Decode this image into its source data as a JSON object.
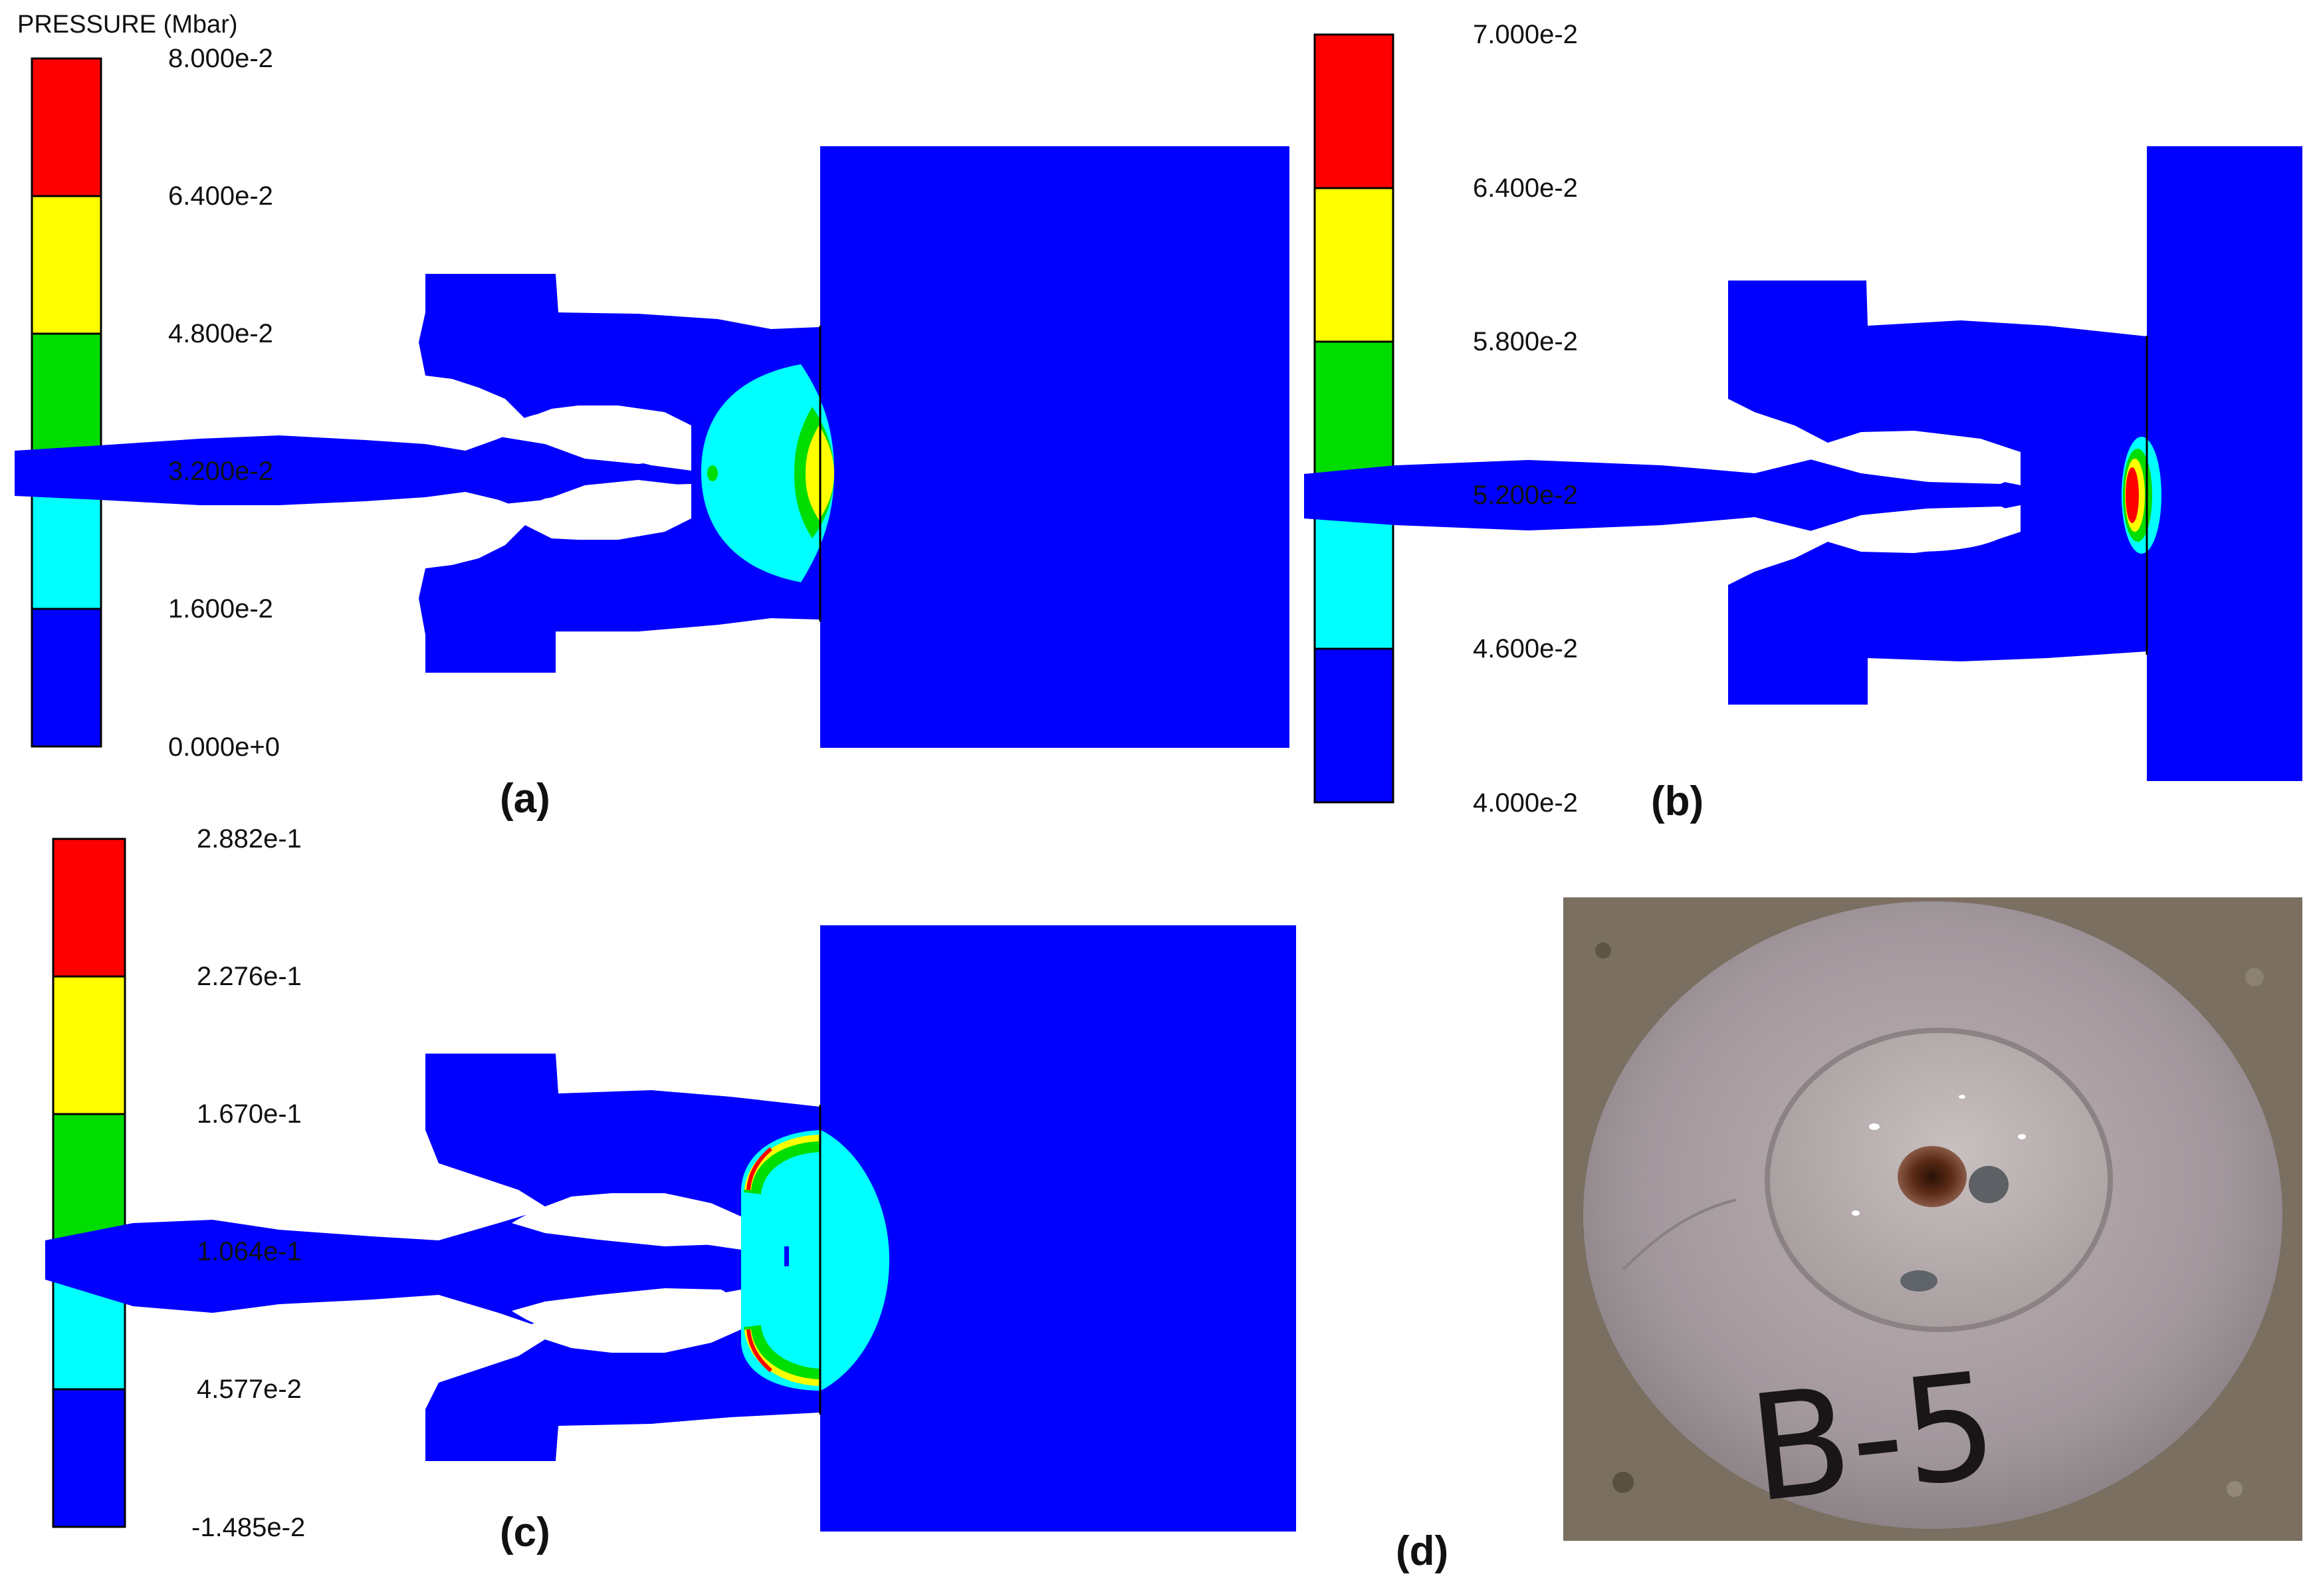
{
  "colors": {
    "blue": "#0000ff",
    "cyan": "#00ffff",
    "green": "#00dd00",
    "yellow": "#ffff00",
    "red": "#ff0000"
  },
  "panel_a": {
    "caption": "(a)",
    "title": "PRESSURE (Mbar)",
    "levels": [
      "8.000e-2",
      "6.400e-2",
      "4.800e-2",
      "3.200e-2",
      "1.600e-2",
      "0.000e+0"
    ]
  },
  "panel_b": {
    "caption": "(b)",
    "levels": [
      "7.000e-2",
      "6.400e-2",
      "5.800e-2",
      "5.200e-2",
      "4.600e-2",
      "4.000e-2"
    ]
  },
  "panel_c": {
    "caption": "(c)",
    "levels": [
      "2.882e-1",
      "2.276e-1",
      "1.670e-1",
      "1.064e-1",
      "4.577e-2",
      "-1.485e-2"
    ]
  },
  "panel_d": {
    "caption": "(d)",
    "marking": "B-5"
  }
}
